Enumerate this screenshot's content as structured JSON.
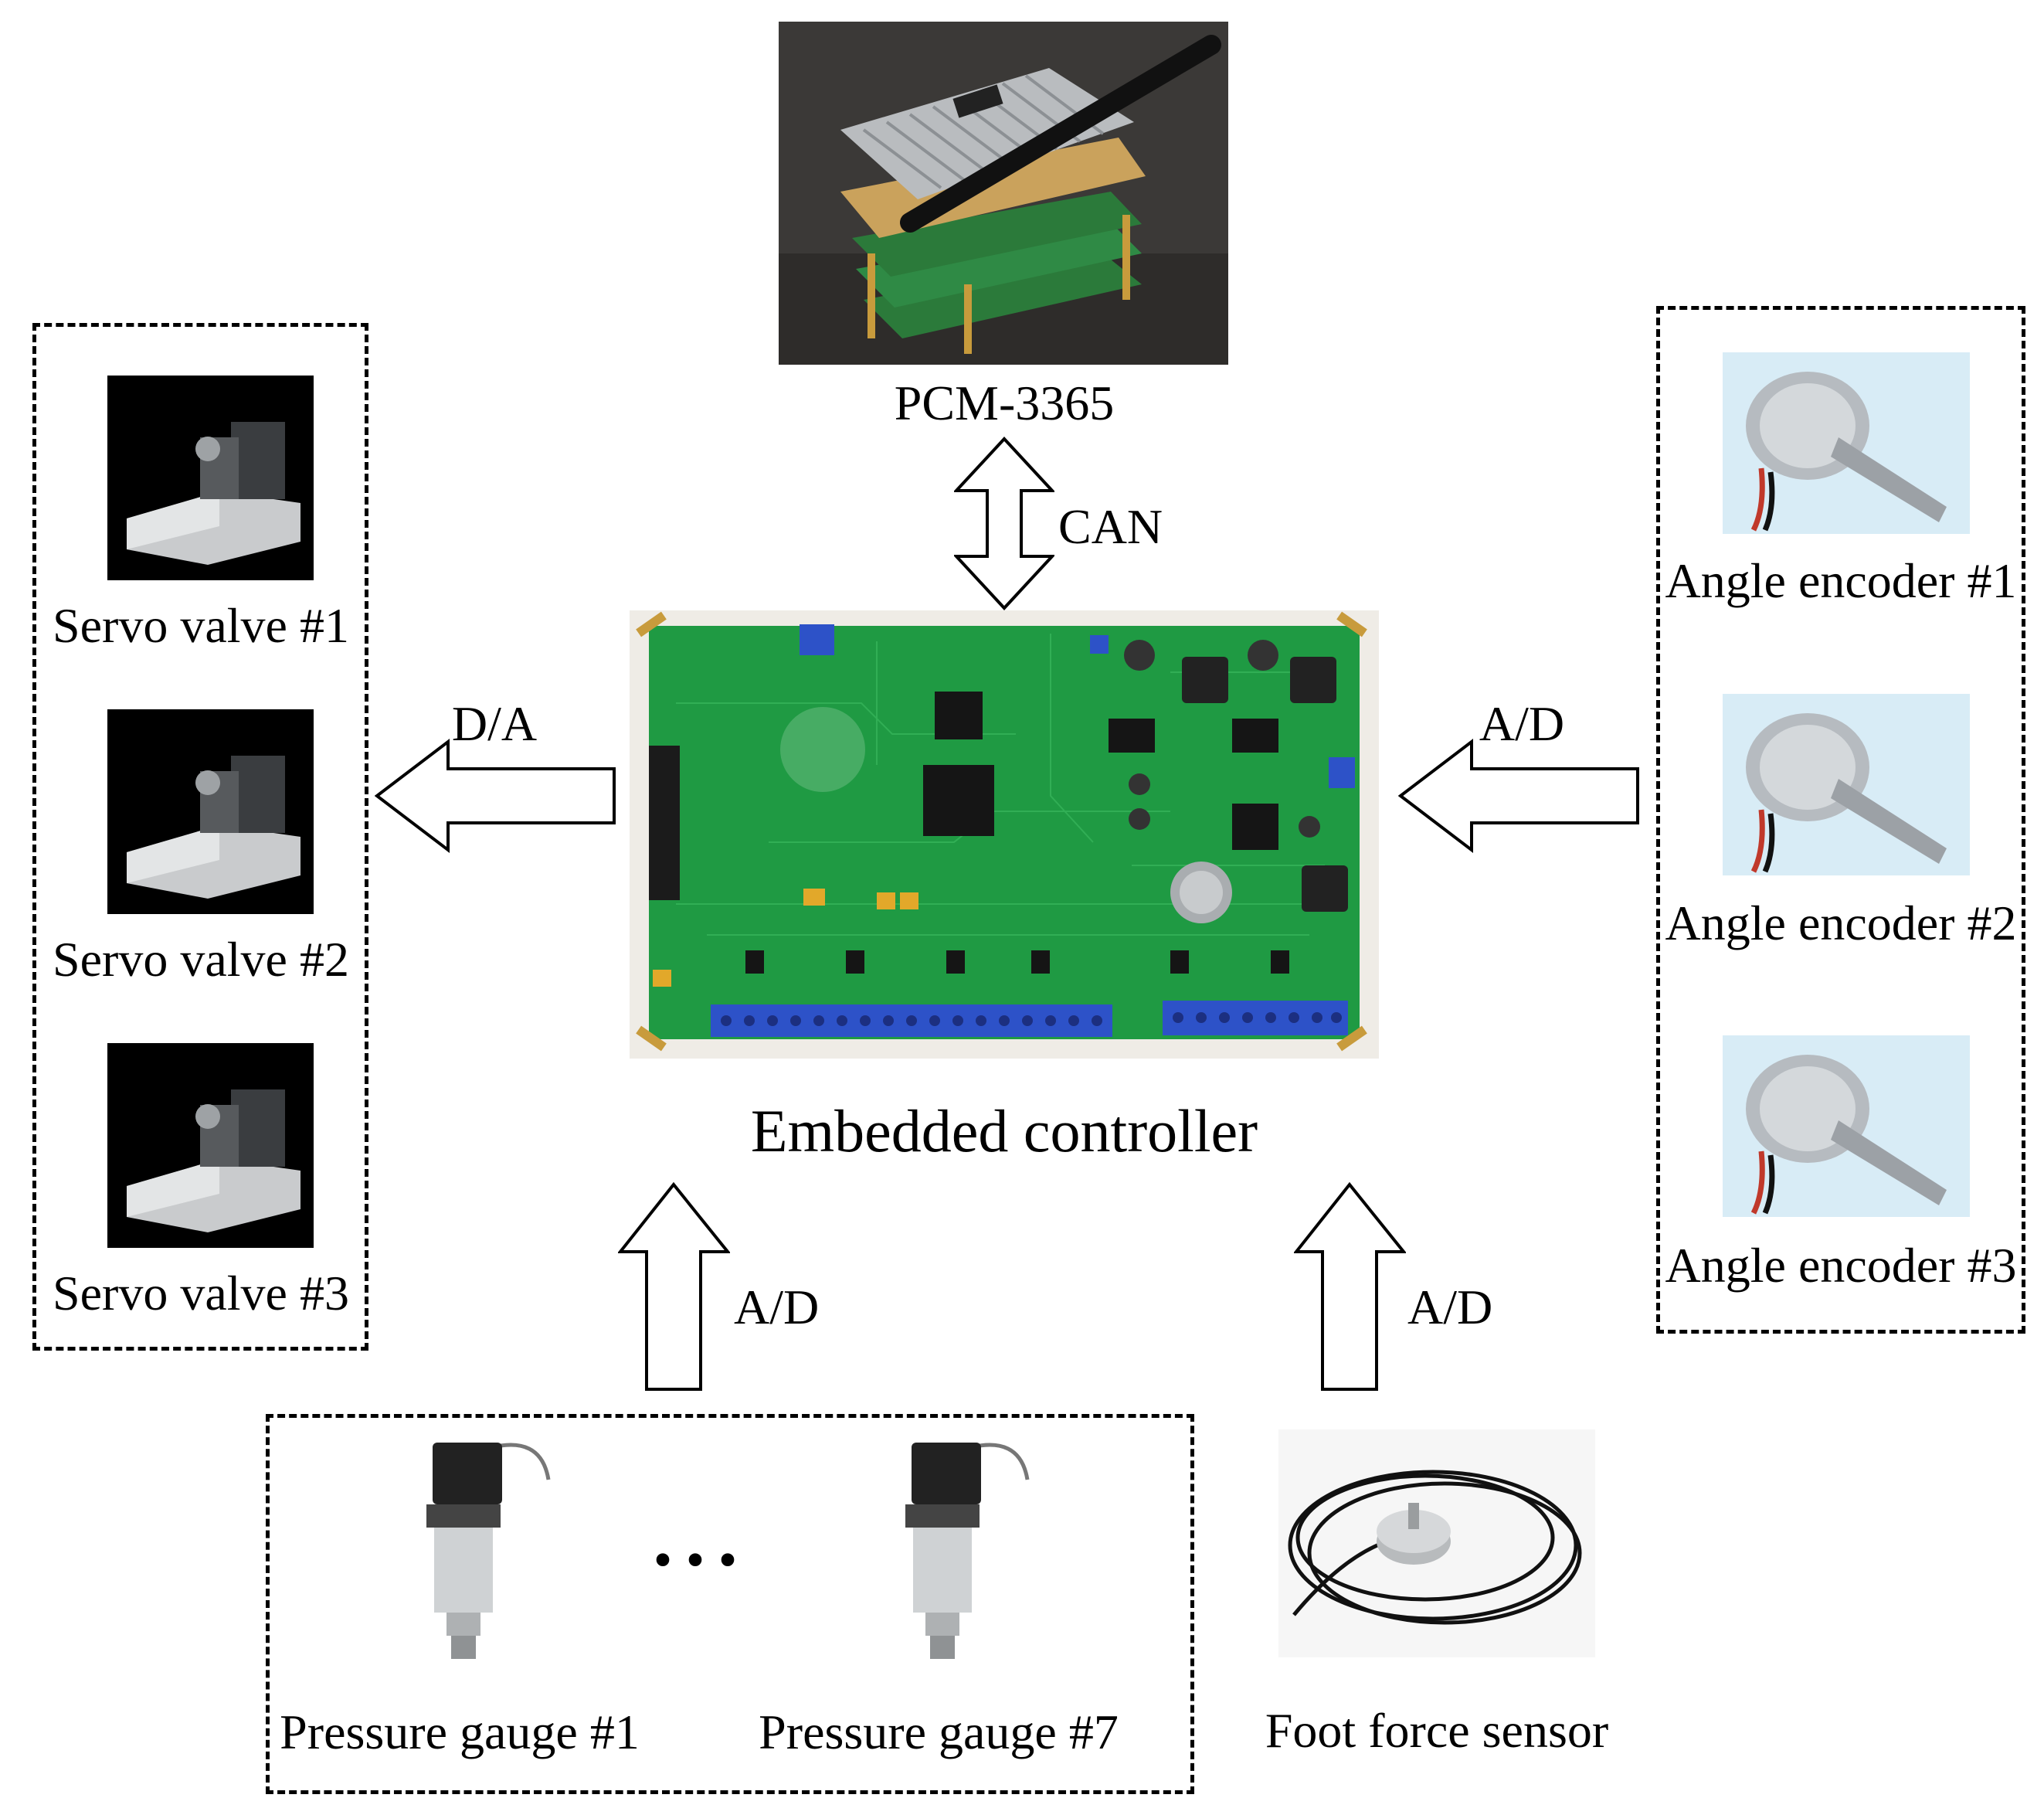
{
  "title": "",
  "top_computer": {
    "label": "PCM-3365"
  },
  "controller": {
    "label": "Embedded controller"
  },
  "links": {
    "can": "CAN",
    "da": "D/A",
    "ad_right": "A/D",
    "ad_pressure": "A/D",
    "ad_foot": "A/D"
  },
  "servo_valves": [
    "Servo valve #1",
    "Servo valve #2",
    "Servo valve #3"
  ],
  "angle_encoders": [
    "Angle encoder #1",
    "Angle encoder #2",
    "Angle encoder #3"
  ],
  "pressure_gauges": {
    "first": "Pressure gauge #1",
    "last": "Pressure gauge #7",
    "ellipsis": "• • •"
  },
  "foot_force_sensor": {
    "label": "Foot force sensor"
  },
  "colors": {
    "pcb_green": "#1f9a43",
    "terminal_blue": "#2d52c8",
    "encoder_bg": "#d8ecf6",
    "valve_bg": "#000000"
  }
}
